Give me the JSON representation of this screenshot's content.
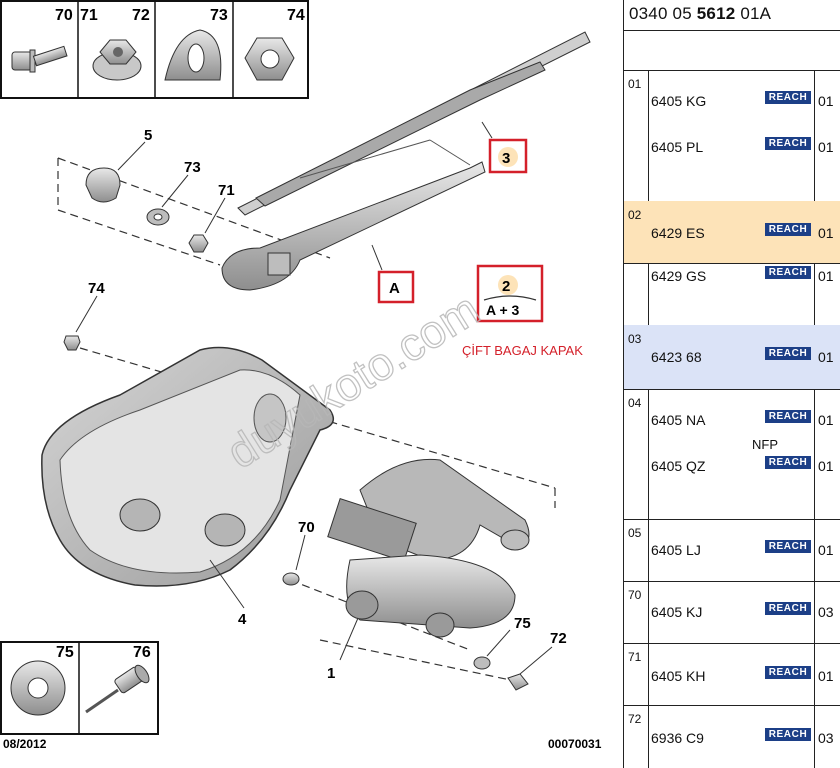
{
  "header_parts": [
    {
      "num": "70",
      "icon": "bolt-icon"
    },
    {
      "num": "71",
      "icon": "flange-nut-icon"
    },
    {
      "num": "72",
      "icon": "cone-washer-icon"
    },
    {
      "num": "74",
      "icon": "hex-nut-icon"
    }
  ],
  "footer_parts": [
    {
      "num": "75",
      "icon": "flat-washer-icon"
    },
    {
      "num": "76",
      "icon": "rivet-icon"
    }
  ],
  "callouts": {
    "c5": "5",
    "c73": "73",
    "c71": "71",
    "c74": "74",
    "c4": "4",
    "c70": "70",
    "c1": "1",
    "c75": "75",
    "c72": "72"
  },
  "boxed": {
    "box3": "3",
    "boxA": "A",
    "box2_top": "2",
    "box2_bottom": "A + 3"
  },
  "annotation": "ÇİFT BAGAJ KAPAK",
  "watermark": "duyukoto.com",
  "date": "08/2012",
  "diagram_code": "00070031",
  "reference": {
    "prefix": "0340 05 ",
    "bold": "5612",
    "suffix": " 01A"
  },
  "reach_label": "REACH",
  "groups": [
    {
      "num": "01",
      "items": [
        {
          "pn": "6405 KG",
          "qty": "01"
        },
        {
          "pn": "6405 PL",
          "qty": "01"
        }
      ]
    },
    {
      "num": "02",
      "items": [
        {
          "pn": "6429 ES",
          "qty": "01"
        },
        {
          "pn": "6429 GS",
          "qty": "01"
        }
      ]
    },
    {
      "num": "03",
      "items": [
        {
          "pn": "6423 68",
          "qty": "01"
        }
      ]
    },
    {
      "num": "04",
      "items": [
        {
          "pn": "6405 NA",
          "qty": "01"
        },
        {
          "pn": "6405 QZ",
          "qty": "01"
        }
      ],
      "note": "NFP"
    },
    {
      "num": "05",
      "items": [
        {
          "pn": "6405 LJ",
          "qty": "01"
        }
      ]
    },
    {
      "num": "70",
      "items": [
        {
          "pn": "6405 KJ",
          "qty": "03"
        }
      ]
    },
    {
      "num": "71",
      "items": [
        {
          "pn": "6405 KH",
          "qty": "01"
        }
      ]
    },
    {
      "num": "72",
      "items": [
        {
          "pn": "6936 C9",
          "qty": "03"
        }
      ]
    }
  ],
  "colors": {
    "highlight_orange": "#fde3b8",
    "highlight_blue": "#dbe3f7",
    "reach_blue": "#1c3f87",
    "callout_red": "#d4202a",
    "watermark": "#b7b7b7",
    "annotation_red": "#d4202a"
  }
}
